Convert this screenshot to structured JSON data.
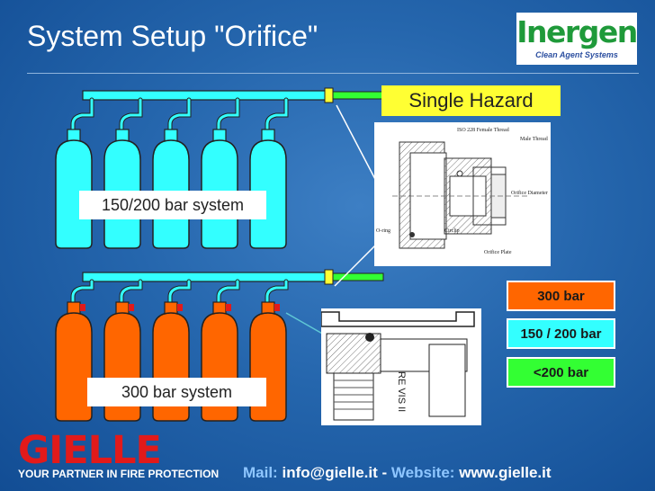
{
  "slide": {
    "title": "System Setup \"Orifice\"",
    "logo": {
      "word": "Inergen",
      "subtitle": "Clean Agent Systems"
    },
    "label_150_200": "150/200 bar system",
    "label_300": "300 bar system",
    "single_hazard": "Single Hazard",
    "legend": [
      "300 bar",
      "150 / 200 bar",
      "<200 bar"
    ],
    "drawing_1_labels": {
      "female_thread": "ISO 228 Female Thread",
      "male_thread": "Male Thread",
      "orifice_diameter": "Orifice Diameter",
      "oring": "O-ring",
      "circlip": "Circlip",
      "orifice_plate": "Orifice Plate"
    },
    "drawing_2_text": "RE VIS II",
    "brand": {
      "name": "GIELLE",
      "tagline": "YOUR PARTNER IN FIRE PROTECTION"
    },
    "contact": {
      "mail_label": "Mail:",
      "mail": "info@gielle.it",
      "separator": "-",
      "web_label": "Website:",
      "web": "www.gielle.it"
    },
    "colors": {
      "cyan": "#33ffff",
      "orange": "#ff6600",
      "green": "#33ff33",
      "yellow": "#ffff33",
      "red": "#e21a1a"
    }
  }
}
